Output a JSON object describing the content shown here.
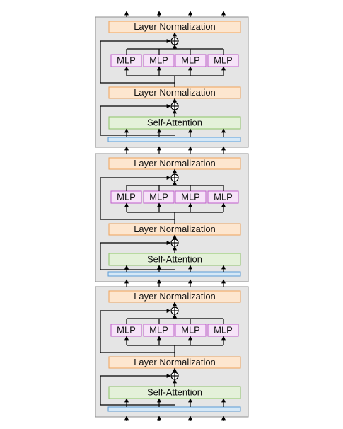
{
  "diagram": {
    "colors": {
      "block_fill": "#e5e5e5",
      "block_stroke": "#8f8f8f",
      "layernorm_fill": "#fde6cf",
      "layernorm_stroke": "#f0a35a",
      "mlp_fill": "#f6e3f8",
      "mlp_stroke": "#c05ccc",
      "attention_fill": "#e4f1d9",
      "attention_stroke": "#8dc266",
      "token_bar_fill": "#d5e8f7",
      "token_bar_stroke": "#5b9bd5",
      "line": "#000000"
    },
    "blocks": [
      {
        "layernorm_top": "Layer Normalization",
        "mlps": [
          "MLP",
          "MLP",
          "MLP",
          "MLP"
        ],
        "layernorm_bottom": "Layer Normalization",
        "attention": "Self-Attention"
      },
      {
        "layernorm_top": "Layer Normalization",
        "mlps": [
          "MLP",
          "MLP",
          "MLP",
          "MLP"
        ],
        "layernorm_bottom": "Layer Normalization",
        "attention": "Self-Attention"
      },
      {
        "layernorm_top": "Layer Normalization",
        "mlps": [
          "MLP",
          "MLP",
          "MLP",
          "MLP"
        ],
        "layernorm_bottom": "Layer Normalization",
        "attention": "Self-Attention"
      }
    ]
  }
}
